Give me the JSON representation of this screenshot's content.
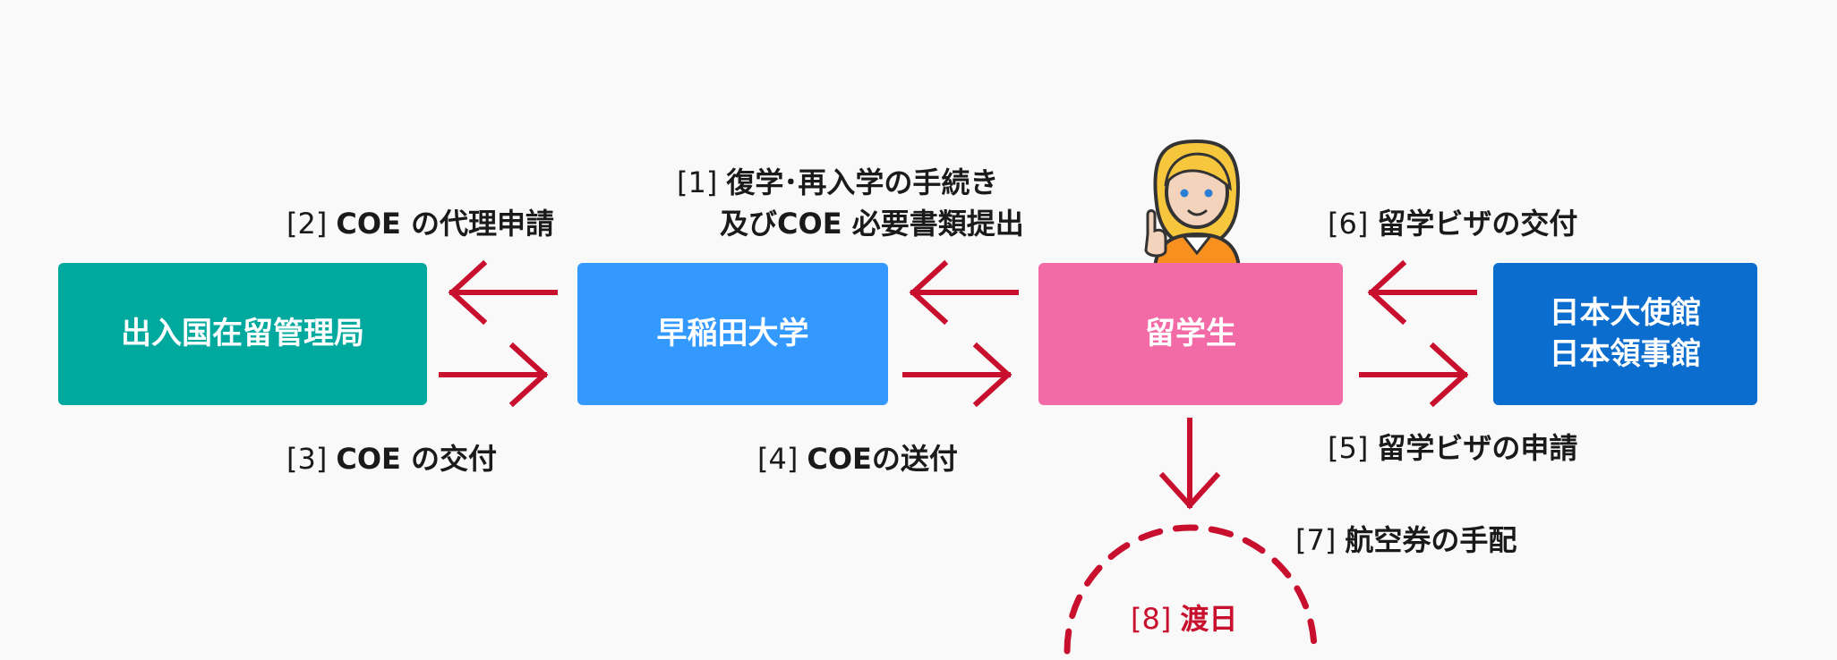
{
  "colors": {
    "background": "#f9f9f9",
    "immigration": "#00a99d",
    "waseda": "#3399ff",
    "student": "#f26aa6",
    "embassy": "#0b6dce",
    "arrow": "#c8102e",
    "text": "#1a1a1a"
  },
  "boxes": {
    "immigration": "出入国在留管理局",
    "waseda": "早稲田大学",
    "student": "留学生",
    "embassy_line1": "日本大使館",
    "embassy_line2": "日本領事館"
  },
  "steps": {
    "s1": {
      "num": "[1]",
      "text_line1": "復学･再入学の手続き",
      "text_line2": "及びCOE 必要書類提出"
    },
    "s2": {
      "num": "[2]",
      "text": "COE の代理申請"
    },
    "s3": {
      "num": "[3]",
      "text": "COE の交付"
    },
    "s4": {
      "num": "[4]",
      "text": "COEの送付"
    },
    "s5": {
      "num": "[5]",
      "text": "留学ビザの申請"
    },
    "s6": {
      "num": "[6]",
      "text": "留学ビザの交付"
    },
    "s7": {
      "num": "[7]",
      "text": "航空券の手配"
    },
    "s8": {
      "num": "[8]",
      "text": "渡日"
    }
  },
  "icons": {
    "student_figure": "student-girl-icon",
    "arrows": "arrow-icon",
    "arrival_arc": "dashed-arc-icon"
  }
}
